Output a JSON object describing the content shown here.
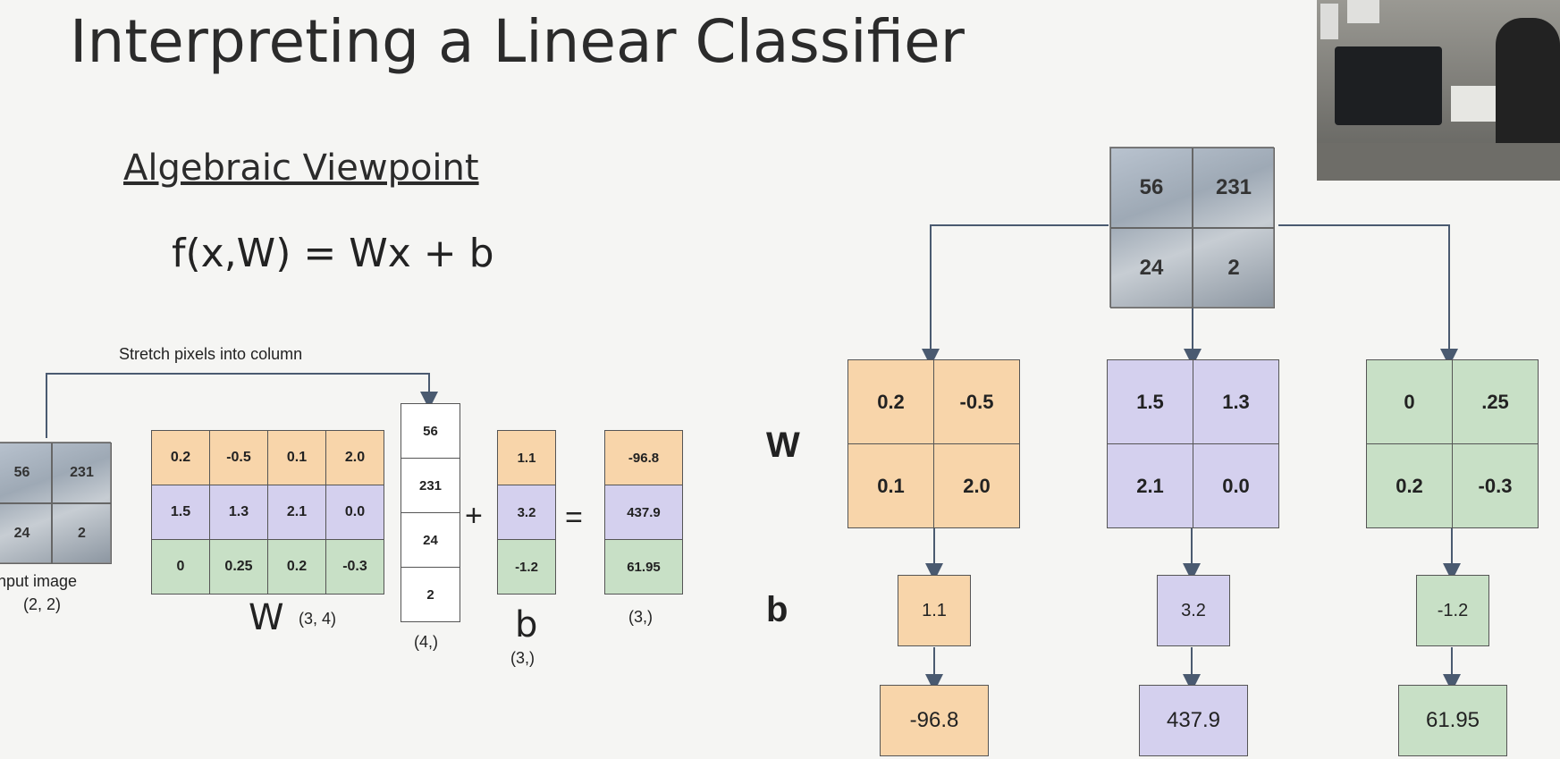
{
  "slide": {
    "title": "Interpreting a Linear Classifier",
    "subtitle": "Algebraic Viewpoint",
    "formula": "f(x,W) = Wx + b"
  },
  "left": {
    "stretch_label": "Stretch pixels into column",
    "input_image": {
      "pixels": [
        "56",
        "231",
        "24",
        "2"
      ],
      "label": "Input image",
      "shape": "(2, 2)"
    },
    "W": {
      "rows": [
        [
          "0.2",
          "-0.5",
          "0.1",
          "2.0"
        ],
        [
          "1.5",
          "1.3",
          "2.1",
          "0.0"
        ],
        [
          "0",
          "0.25",
          "0.2",
          "-0.3"
        ]
      ],
      "label": "W",
      "shape": "(3, 4)"
    },
    "x": {
      "values": [
        "56",
        "231",
        "24",
        "2"
      ],
      "shape": "(4,)"
    },
    "plus": "+",
    "b": {
      "values": [
        "1.1",
        "3.2",
        "-1.2"
      ],
      "label": "b",
      "shape": "(3,)"
    },
    "equals": "=",
    "scores": {
      "values": [
        "-96.8",
        "437.9",
        "61.95"
      ],
      "shape": "(3,)"
    }
  },
  "right": {
    "image_pixels": [
      "56",
      "231",
      "24",
      "2"
    ],
    "W_label": "W",
    "b_label": "b",
    "classes": [
      {
        "color": "orange",
        "W": [
          "0.2",
          "-0.5",
          "0.1",
          "2.0"
        ],
        "b": "1.1",
        "score": "-96.8"
      },
      {
        "color": "purple",
        "W": [
          "1.5",
          "1.3",
          "2.1",
          "0.0"
        ],
        "b": "3.2",
        "score": "437.9"
      },
      {
        "color": "green",
        "W": [
          "0",
          ".25",
          "0.2",
          "-0.3"
        ],
        "b": "-1.2",
        "score": "61.95"
      }
    ]
  },
  "colors": {
    "orange": "#f8d5aa",
    "purple": "#d4d0ee",
    "green": "#c8e0c6",
    "line": "#4a5a70"
  }
}
